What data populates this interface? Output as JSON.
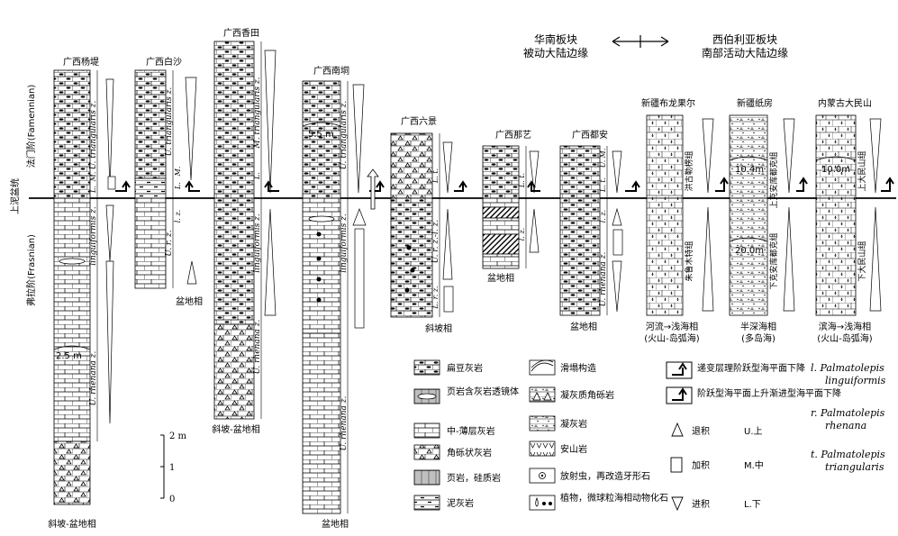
{
  "header": {
    "south_china_block": "华南板块",
    "south_china_margin": "被动大陆边缘",
    "siberia_block": "西伯利亚板块",
    "siberia_margin": "南部活动大陆边缘"
  },
  "left_axis": {
    "boundary": "上泥盆统",
    "famennian": "法门阶(Famennian)",
    "frasnian": "弗拉阶(Frasnian)"
  },
  "scale": {
    "ticks": [
      "2 m",
      "1",
      "0"
    ]
  },
  "sections": [
    {
      "name": "广西杨堤",
      "facies": "斜坡-盆地相",
      "zones_upper": [
        "U. triangularis z.",
        "L.",
        "M."
      ],
      "zones_lower": [
        "linguiformis z.",
        "U. rhenana z."
      ],
      "thickness": "2.5 m"
    },
    {
      "name": "广西白沙",
      "facies": "盆地相",
      "zones_upper": [
        "U. triangularis z.",
        "L.",
        "M."
      ],
      "zones_lower": [
        "U. r. z.",
        "l. z."
      ]
    },
    {
      "name": "广西香田",
      "facies": "斜坡-盆地相",
      "zones_upper": [
        "M. triangularis z.",
        "L."
      ],
      "zones_lower": [
        "linguiformis z.",
        "U. rhenana z."
      ]
    },
    {
      "name": "广西南垌",
      "facies": "盆地相",
      "zones_upper": [
        "U. triangularis z."
      ],
      "zones_lower": [
        "linguiformis z.",
        "U. rhenana z."
      ],
      "thickness": "5.5 m"
    },
    {
      "name": "广西六景",
      "facies": "斜坡相",
      "zones_upper": [
        "L. t."
      ],
      "zones_lower": [
        "U. r. z.-l. z.",
        "L. r. z."
      ]
    },
    {
      "name": "广西那艺",
      "facies": "盆地相",
      "zones_upper": [
        "L. t."
      ],
      "zones_lower": [
        "l. z."
      ]
    },
    {
      "name": "广西都安",
      "facies": "盆地相",
      "zones_upper": [
        "M.",
        "U.",
        "L. t."
      ],
      "zones_lower": [
        "l. z.",
        "U. rhenana z."
      ]
    },
    {
      "name": "新疆布龙果尔",
      "facies": "河流→浅海相",
      "facies_note": "(火山-岛弧海)",
      "formations": [
        "洪古勒楞组",
        "朱鲁木特组"
      ]
    },
    {
      "name": "新疆纸房",
      "facies": "半深海相",
      "facies_note": "(多岛海)",
      "formations": [
        "上克安库都克组",
        "下克安库都克组"
      ],
      "thickness_upper": "10.4m",
      "thickness_lower": "20.0m"
    },
    {
      "name": "内蒙古大民山",
      "facies": "滨海→浅海相",
      "facies_note": "(火山-岛弧海)",
      "formations": [
        "上大民山组",
        "下大民山组"
      ],
      "thickness": "10.0m"
    }
  ],
  "legend": {
    "lithology": [
      "扁豆灰岩",
      "页岩含灰岩透镜体",
      "中-薄层灰岩",
      "角砾状灰岩",
      "页岩，硅质岩",
      "泥灰岩",
      "滑塌构造",
      "凝灰质角砾岩",
      "凝灰岩",
      "安山岩",
      "放射虫，再改造牙形石",
      "植物，微球粒海相动物化石"
    ],
    "sea_level": [
      "递变层理阶跃型海平面下降",
      "阶跃型海平面上升渐进型海平面下降"
    ],
    "trend": [
      "退积",
      "加积",
      "进积"
    ],
    "position": [
      "U.上",
      "M.中",
      "L.下"
    ],
    "taxa": [
      {
        "abbr": "l.",
        "genus": "Palmatolepis",
        "species": "linguiformis"
      },
      {
        "abbr": "r.",
        "genus": "Palmatolepis",
        "species": "rhenana"
      },
      {
        "abbr": "t.",
        "genus": "Palmatolepis",
        "species": "triangularis"
      }
    ]
  }
}
